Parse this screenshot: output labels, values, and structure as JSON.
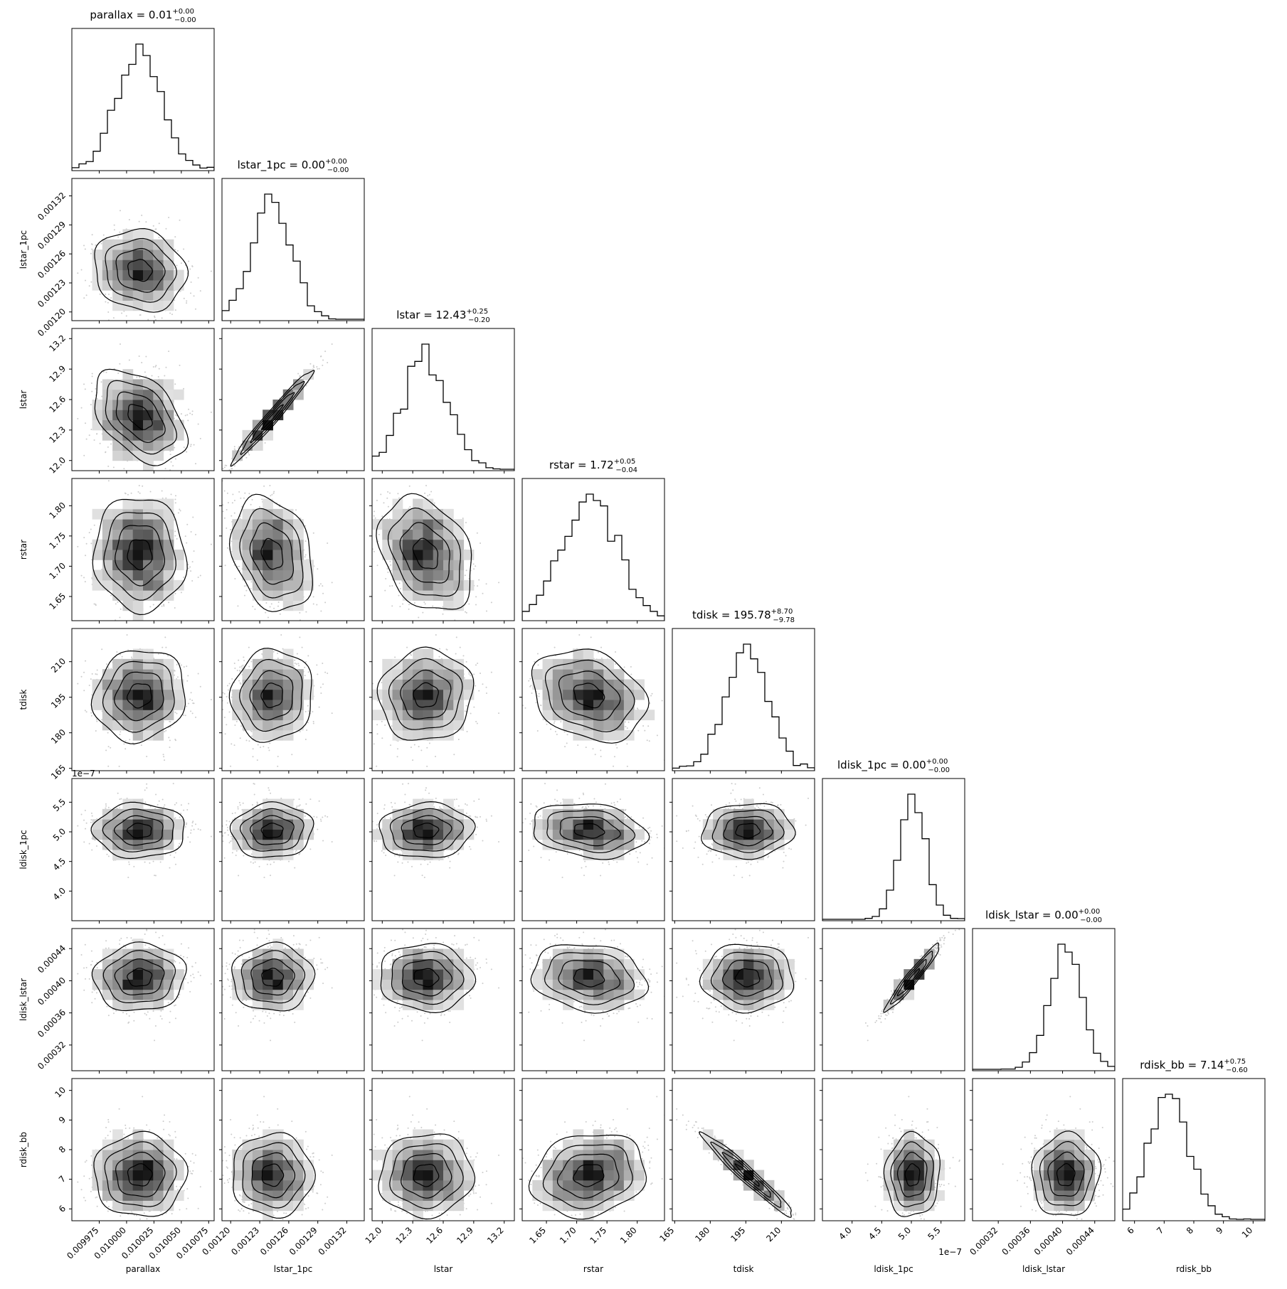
{
  "chart_data": {
    "type": "corner",
    "parameters": [
      {
        "name": "parallax",
        "label": "parallax",
        "title": "parallax = 0.01",
        "sup": "+0.00",
        "sub": "−0.00",
        "median": 0.010012,
        "sigma": 2e-05,
        "range": [
          0.00995,
          0.01008
        ],
        "ticks": [
          "0.009975",
          "0.010000",
          "0.010025",
          "0.010050",
          "0.010075"
        ],
        "tick_values": [
          0.009975,
          0.01,
          0.010025,
          0.01005,
          0.010075
        ],
        "offset": ""
      },
      {
        "name": "lstar_1pc",
        "label": "lstar_1pc",
        "title": "lstar_1pc = 0.00",
        "sup": "+0.00",
        "sub": "−0.00",
        "median": 0.001243,
        "sigma": 2e-05,
        "range": [
          0.001191,
          0.001338
        ],
        "ticks": [
          "0.00120",
          "0.00123",
          "0.00126",
          "0.00129",
          "0.00132"
        ],
        "tick_values": [
          0.0012,
          0.00123,
          0.00126,
          0.00129,
          0.00132
        ],
        "offset": ""
      },
      {
        "name": "lstar",
        "label": "lstar",
        "title": "lstar = 12.43",
        "sup": "+0.25",
        "sub": "−0.20",
        "median": 12.43,
        "sigma": 0.22,
        "range": [
          11.9,
          13.3
        ],
        "ticks": [
          "12.0",
          "12.3",
          "12.6",
          "12.9",
          "13.2"
        ],
        "tick_values": [
          12.0,
          12.3,
          12.6,
          12.9,
          13.2
        ],
        "offset": ""
      },
      {
        "name": "rstar",
        "label": "rstar",
        "title": "rstar = 1.72",
        "sup": "+0.05",
        "sub": "−0.04",
        "median": 1.72,
        "sigma": 0.045,
        "range": [
          1.61,
          1.845
        ],
        "ticks": [
          "1.65",
          "1.70",
          "1.75",
          "1.80"
        ],
        "tick_values": [
          1.65,
          1.7,
          1.75,
          1.8
        ],
        "offset": ""
      },
      {
        "name": "tdisk",
        "label": "tdisk",
        "title": "tdisk = 195.78",
        "sup": "+8.70",
        "sub": "−9.78",
        "median": 195.78,
        "sigma": 9.2,
        "range": [
          164,
          224
        ],
        "ticks": [
          "165",
          "180",
          "195",
          "210"
        ],
        "tick_values": [
          165,
          180,
          195,
          210
        ],
        "offset": ""
      },
      {
        "name": "ldisk_1pc",
        "label": "ldisk_1pc",
        "title": "ldisk_1pc = 0.00",
        "sup": "+0.00",
        "sub": "−0.00",
        "median": 5.02,
        "sigma": 0.22,
        "range": [
          3.5,
          5.9
        ],
        "ticks": [
          "4.0",
          "4.5",
          "5.0",
          "5.5"
        ],
        "tick_values": [
          4.0,
          4.5,
          5.0,
          5.5
        ],
        "offset": "1e−7"
      },
      {
        "name": "ldisk_lstar",
        "label": "ldisk_lstar",
        "title": "ldisk_lstar = 0.00",
        "sup": "+0.00",
        "sub": "−0.00",
        "median": 0.000404,
        "sigma": 2e-05,
        "range": [
          0.000288,
          0.000465
        ],
        "ticks": [
          "0.00032",
          "0.00036",
          "0.00040",
          "0.00044"
        ],
        "tick_values": [
          0.00032,
          0.00036,
          0.0004,
          0.00044
        ],
        "offset": ""
      },
      {
        "name": "rdisk_bb",
        "label": "rdisk_bb",
        "title": "rdisk_bb = 7.14",
        "sup": "+0.75",
        "sub": "−0.60",
        "median": 7.14,
        "sigma": 0.67,
        "range": [
          5.6,
          10.4
        ],
        "ticks": [
          "6",
          "7",
          "8",
          "9",
          "10"
        ],
        "tick_values": [
          6,
          7,
          8,
          9,
          10
        ],
        "offset": ""
      }
    ],
    "correlations": {
      "1-0": -0.12,
      "2-0": -0.45,
      "2-1": 0.98,
      "3-0": -0.05,
      "3-1": -0.25,
      "3-2": -0.3,
      "4-0": 0.1,
      "4-1": 0.05,
      "4-2": 0.05,
      "4-3": -0.25,
      "5-0": 0.0,
      "5-1": 0.05,
      "5-2": 0.05,
      "5-3": -0.2,
      "5-4": 0.05,
      "6-0": 0.05,
      "6-1": 0.0,
      "6-2": -0.05,
      "6-3": -0.15,
      "6-4": 0.0,
      "6-5": 0.96,
      "7-0": 0.0,
      "7-1": 0.0,
      "7-2": 0.05,
      "7-3": 0.15,
      "7-4": -0.97,
      "7-5": 0.05,
      "7-6": 0.05
    },
    "histogram_colors": {
      "line": "#000000",
      "fill": "#000000",
      "points": "#cccccc"
    }
  }
}
